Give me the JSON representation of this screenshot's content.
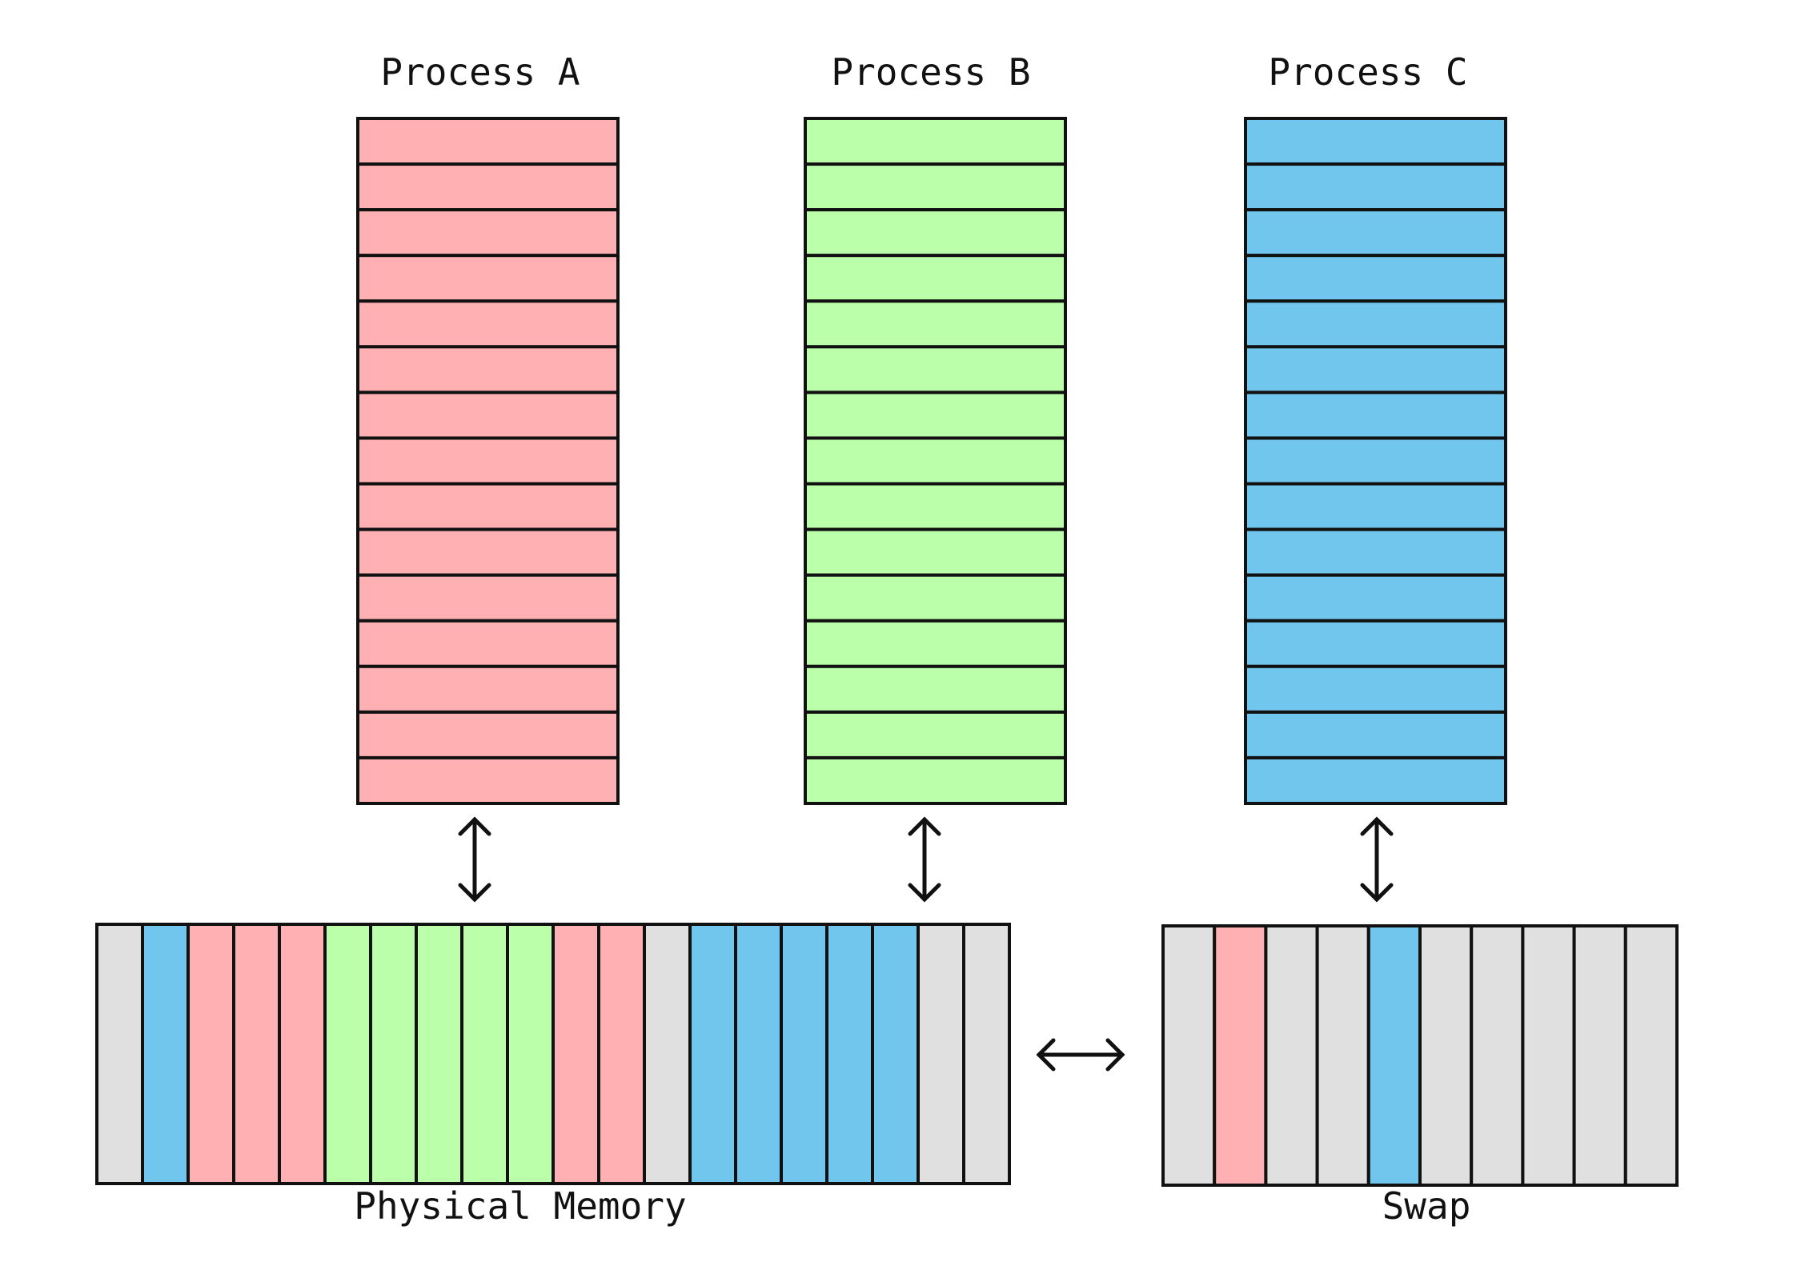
{
  "colors": {
    "A": "#FFB0B3",
    "B": "#BBFFAA",
    "C": "#71C6EE",
    "free": "#E0E0E0"
  },
  "processes": [
    {
      "id": "A",
      "label": "Process A",
      "page_count": 15
    },
    {
      "id": "B",
      "label": "Process B",
      "page_count": 15
    },
    {
      "id": "C",
      "label": "Process C",
      "page_count": 15
    }
  ],
  "physical_memory": {
    "label": "Physical Memory",
    "frames": [
      "free",
      "C",
      "A",
      "A",
      "A",
      "B",
      "B",
      "B",
      "B",
      "B",
      "A",
      "A",
      "free",
      "C",
      "C",
      "C",
      "C",
      "C",
      "free",
      "free"
    ]
  },
  "swap": {
    "label": "Swap",
    "slots": [
      "free",
      "A",
      "free",
      "free",
      "C",
      "free",
      "free",
      "free",
      "free",
      "free"
    ]
  }
}
